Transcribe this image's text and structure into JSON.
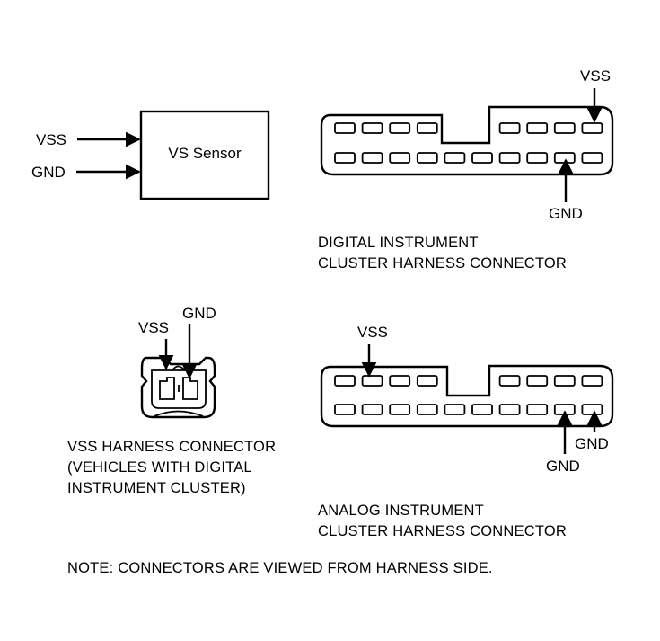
{
  "sensor": {
    "box_label": "VS Sensor",
    "wire_vss": "VSS",
    "wire_gnd": "GND"
  },
  "digital_connector": {
    "pin_vss": "VSS",
    "pin_gnd": "GND",
    "caption_line1": "DIGITAL INSTRUMENT",
    "caption_line2": "CLUSTER HARNESS CONNECTOR"
  },
  "vss_harness": {
    "pin_vss": "VSS",
    "pin_gnd": "GND",
    "caption_line1": "VSS HARNESS CONNECTOR",
    "caption_line2": "(VEHICLES WITH DIGITAL",
    "caption_line3": "INSTRUMENT CLUSTER)"
  },
  "analog_connector": {
    "pin_vss": "VSS",
    "pin_gnd_1": "GND",
    "pin_gnd_2": "GND",
    "caption_line1": "ANALOG INSTRUMENT",
    "caption_line2": "CLUSTER HARNESS CONNECTOR"
  },
  "note": "NOTE: CONNECTORS ARE VIEWED FROM HARNESS SIDE."
}
